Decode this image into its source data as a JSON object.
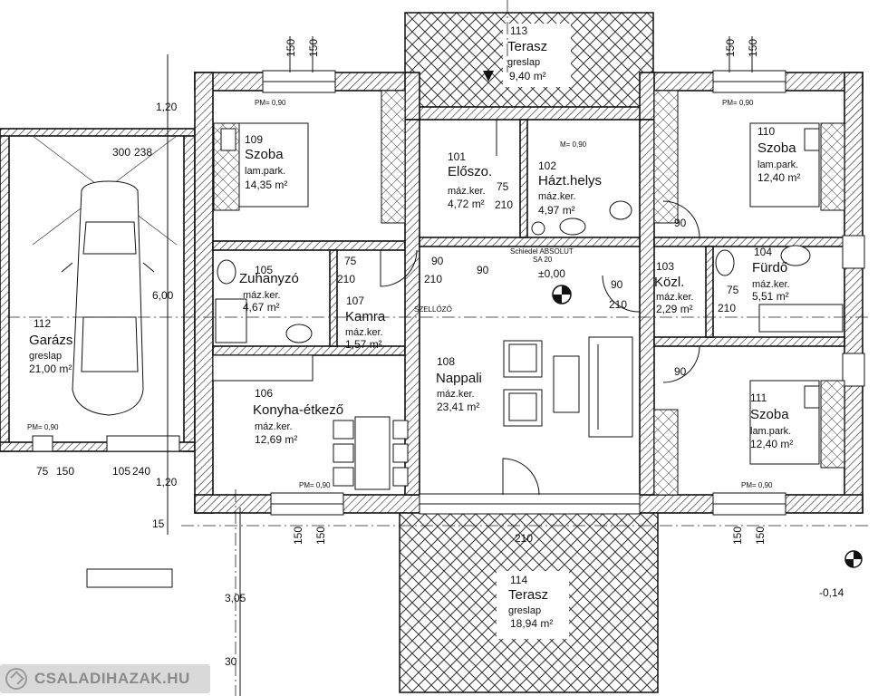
{
  "rooms": {
    "r101": {
      "num": "101",
      "name": "Előszo.",
      "floor": "máz.ker.",
      "area": "4,72 m²"
    },
    "r102": {
      "num": "102",
      "name": "Házt.helys",
      "floor": "máz.ker.",
      "area": "4,97 m²"
    },
    "r103": {
      "num": "103",
      "name": "Közl.",
      "floor": "máz.ker.",
      "area": "2,29 m²"
    },
    "r104": {
      "num": "104",
      "name": "Fürdő",
      "floor": "máz.ker.",
      "area": "5,51 m²"
    },
    "r105": {
      "num": "105",
      "name": "Zuhanyzó",
      "floor": "máz.ker.",
      "area": "4,67 m²"
    },
    "r106": {
      "num": "106",
      "name": "Konyha-étkező",
      "floor": "máz.ker.",
      "area": "12,69 m²"
    },
    "r107": {
      "num": "107",
      "name": "Kamra",
      "floor": "máz.ker.",
      "area": "1,57 m²"
    },
    "r108": {
      "num": "108",
      "name": "Nappali",
      "floor": "máz.ker.",
      "area": "23,41 m²"
    },
    "r109": {
      "num": "109",
      "name": "Szoba",
      "floor": "lam.park.",
      "area": "14,35 m²"
    },
    "r110": {
      "num": "110",
      "name": "Szoba",
      "floor": "lam.park.",
      "area": "12,40 m²"
    },
    "r111": {
      "num": "111",
      "name": "Szoba",
      "floor": "lam.park.",
      "area": "12,40 m²"
    },
    "r112": {
      "num": "112",
      "name": "Garázs",
      "floor": "greslap",
      "area": "21,00 m²"
    },
    "r113": {
      "num": "113",
      "name": "Terasz",
      "floor": "greslap",
      "area": "9,40 m²"
    },
    "r114": {
      "num": "114",
      "name": "Terasz",
      "floor": "greslap",
      "area": "18,94 m²"
    }
  },
  "labels": {
    "pm": "PM= 0,90",
    "pm_small": "M= 0,90",
    "level_zero": "±0,00",
    "level_outside": "-0,14",
    "szellozo": "SZELLŐZŐ",
    "boiler": "Schiedel ABSOLUT",
    "boiler_sub": "SA 20",
    "dims": {
      "d150": "150",
      "d75": "75",
      "d90": "90",
      "d105": "105",
      "d210": "210",
      "d240": "240",
      "d238": "238",
      "d300": "300",
      "d30": "30",
      "d120": "1,20",
      "d600": "6,00",
      "d305": "3,05",
      "d15": "15"
    }
  },
  "logo": {
    "text": "CSALADIHAZAK.HU"
  }
}
